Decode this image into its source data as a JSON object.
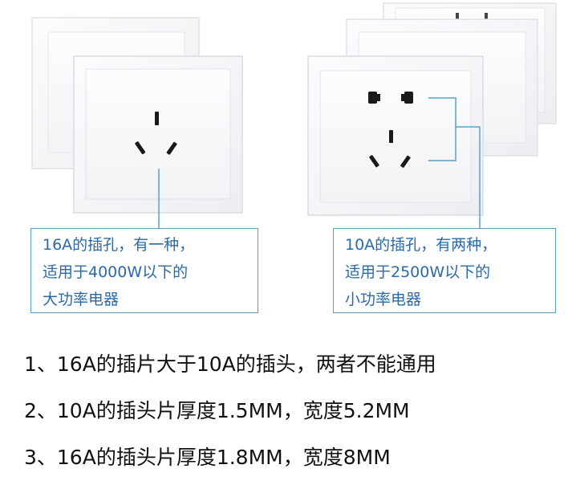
{
  "callouts": {
    "left": {
      "lines": [
        "16A的插孔，有一种，",
        "适用于4000W以下的",
        "大功率电器"
      ]
    },
    "right": {
      "lines": [
        "10A的插孔，有两种，",
        "适用于2500W以下的",
        "小功率电器"
      ]
    }
  },
  "notes": [
    "1、16A的插片大于10A的插头，两者不能通用",
    "2、10A的插头片厚度1.5MM，宽度5.2MM",
    "3、16A的插头片厚度1.8MM，宽度8MM"
  ],
  "colors": {
    "callout_border": "#5aa0c8",
    "callout_text": "#2b6aa6",
    "plate": "#f7f8fa"
  }
}
